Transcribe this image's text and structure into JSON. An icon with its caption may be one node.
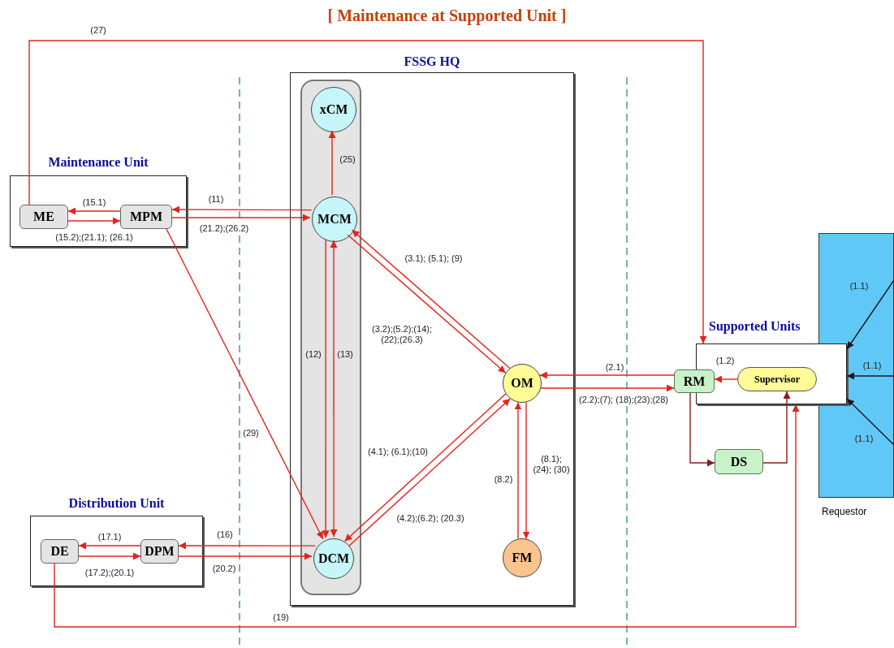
{
  "diagram": {
    "title": "[ Maintenance at Supported Unit ]",
    "nodes": [
      {
        "text": [
          "Maintenance Unit"
        ]
      },
      {
        "text": [
          "ME"
        ],
        "in": 0
      },
      {
        "text": [
          "MPM"
        ],
        "in": 0
      },
      {
        "text": [
          "FSSG HQ"
        ]
      },
      {
        "text": [],
        "shape": "box",
        "in": 3
      },
      {
        "text": [
          "xCM"
        ],
        "in": 4
      },
      {
        "text": [
          "MCM"
        ],
        "in": 4
      },
      {
        "text": [
          "DCM"
        ],
        "in": 4
      },
      {
        "text": [
          "OM"
        ],
        "in": 3
      },
      {
        "text": [
          "FM"
        ],
        "in": 3
      },
      {
        "text": [
          "Supported Units"
        ]
      },
      {
        "text": [
          "RM"
        ]
      },
      {
        "text": [
          "Supervisor"
        ],
        "in": 10
      },
      {
        "text": [
          "DS"
        ]
      },
      {
        "text": [
          "Distribution Unit"
        ]
      },
      {
        "text": [
          "DE"
        ],
        "in": 14
      },
      {
        "text": [
          "DPM"
        ],
        "in": 14
      },
      {
        "text": [
          "Requestor"
        ]
      }
    ],
    "edges": [
      {
        "from": 2,
        "to": 1,
        "arrow": "to",
        "label": "(15.1)"
      },
      {
        "from": 1,
        "to": 2,
        "arrow": "to",
        "label": "(15.2);(21.1); (26.1)"
      },
      {
        "from": 6,
        "to": 2,
        "arrow": "to",
        "label": "(11)"
      },
      {
        "from": 2,
        "to": 6,
        "arrow": "to",
        "label": "(21.2);(26.2)"
      },
      {
        "from": 6,
        "to": 5,
        "arrow": "to",
        "label": "(25)"
      },
      {
        "from": 6,
        "to": 7,
        "arrow": "to",
        "label": "(12)"
      },
      {
        "from": 7,
        "to": 6,
        "arrow": "both",
        "label": "(13)"
      },
      {
        "from": 8,
        "to": 6,
        "arrow": "to",
        "label": "(3.1); (5.1); (9)"
      },
      {
        "from": 6,
        "to": 8,
        "arrow": "to",
        "label": "(3.2);(5.2);(14); (22);(26.3)"
      },
      {
        "from": 8,
        "to": 7,
        "arrow": "to",
        "label": "(4.1); (6.1);(10)"
      },
      {
        "from": 7,
        "to": 8,
        "arrow": "to",
        "label": "(4.2);(6.2); (20.3)"
      },
      {
        "from": 8,
        "to": 9,
        "arrow": "to",
        "label": "(8.1); (24); (30)"
      },
      {
        "from": 9,
        "to": 8,
        "arrow": "to",
        "label": "(8.2)"
      },
      {
        "from": 11,
        "to": 8,
        "arrow": "to",
        "label": "(2.1)"
      },
      {
        "from": 8,
        "to": 11,
        "arrow": "to",
        "label": "(2.2);(7); (18);(23);(28)"
      },
      {
        "from": 12,
        "to": 11,
        "arrow": "to",
        "label": "(1.2)"
      },
      {
        "from": 11,
        "to": 13,
        "arrow": "to",
        "color": "#8b1a1a"
      },
      {
        "from": 13,
        "to": 12,
        "arrow": "to",
        "color": "#8b1a1a"
      },
      {
        "from": 1,
        "to": 10,
        "arrow": "to",
        "label": "(27)"
      },
      {
        "from": 15,
        "to": 10,
        "arrow": "to",
        "label": "(19)"
      },
      {
        "from": 2,
        "to": 7,
        "arrow": "to",
        "label": "(29)"
      },
      {
        "from": 16,
        "to": 15,
        "arrow": "to",
        "label": "(17.1)"
      },
      {
        "from": 15,
        "to": 16,
        "arrow": "to",
        "label": "(17.2);(20.1)"
      },
      {
        "from": 7,
        "to": 16,
        "arrow": "to",
        "label": "(16)"
      },
      {
        "from": 16,
        "to": 7,
        "arrow": "to",
        "label": "(20.2)"
      },
      {
        "from": 17,
        "to": 10,
        "arrow": "to",
        "label": "(1.1)",
        "color": "#1a1a1a"
      },
      {
        "from": 17,
        "to": 10,
        "arrow": "to",
        "label": "(1.1)",
        "color": "#1a1a1a"
      },
      {
        "from": 17,
        "to": 10,
        "arrow": "to",
        "label": "(1.1)",
        "color": "#1a1a1a"
      }
    ]
  }
}
